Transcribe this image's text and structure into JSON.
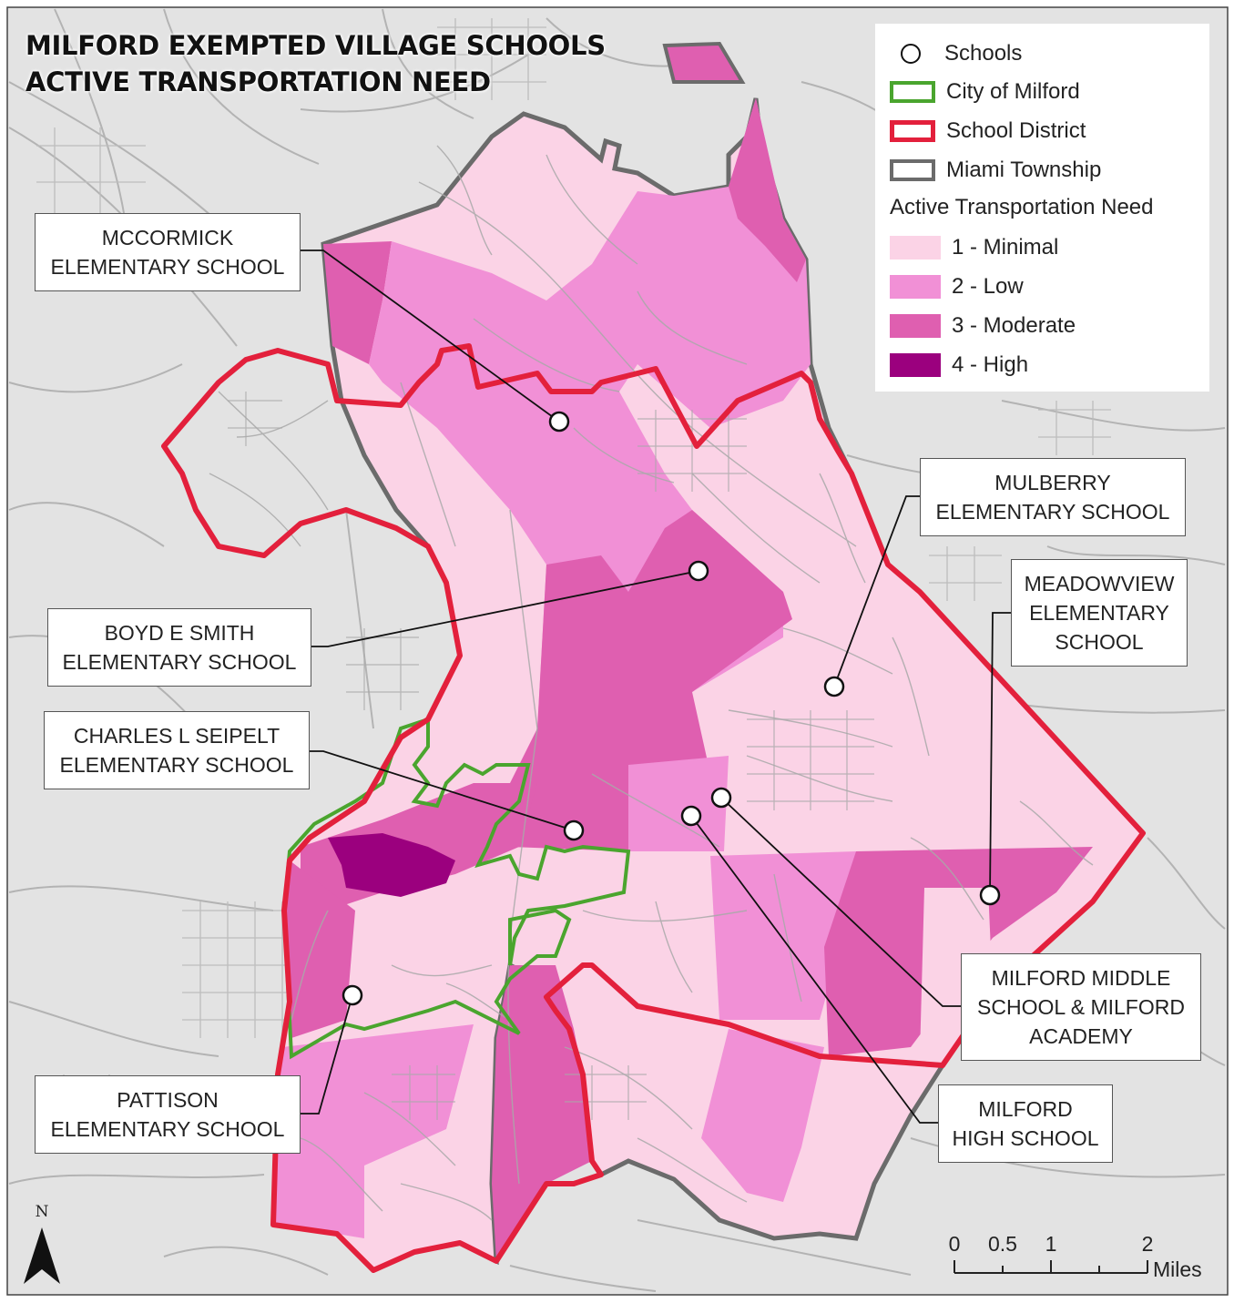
{
  "title_lines": [
    "MILFORD EXEMPTED VILLAGE SCHOOLS",
    "ACTIVE TRANSPORTATION NEED"
  ],
  "legend": {
    "schools": "Schools",
    "city": "City of Milford",
    "district": "School District",
    "township": "Miami Township",
    "need_title": "Active Transportation Need",
    "levels": [
      {
        "label": "1 - Minimal",
        "color": "#fbd3e6"
      },
      {
        "label": "2 - Low",
        "color": "#f190d6"
      },
      {
        "label": "3 - Moderate",
        "color": "#df5fb0"
      },
      {
        "label": "4 - High",
        "color": "#9b007e"
      }
    ]
  },
  "colors": {
    "city": "#4aa52e",
    "district": "#e3203c",
    "township": "#6b6b6b",
    "background": "#e3e3e3",
    "roads": "#a9a9a9"
  },
  "schools": [
    {
      "key": "mccormick",
      "lines": [
        "MCCORMICK",
        "ELEMENTARY SCHOOL"
      ]
    },
    {
      "key": "mulberry",
      "lines": [
        "MULBERRY",
        "ELEMENTARY SCHOOL"
      ]
    },
    {
      "key": "boyd",
      "lines": [
        "BOYD E SMITH",
        "ELEMENTARY SCHOOL"
      ]
    },
    {
      "key": "meadowview",
      "lines": [
        "MEADOWVIEW",
        "ELEMENTARY",
        "SCHOOL"
      ]
    },
    {
      "key": "seipelt",
      "lines": [
        "CHARLES L SEIPELT",
        "ELEMENTARY SCHOOL"
      ]
    },
    {
      "key": "middle",
      "lines": [
        "MILFORD MIDDLE",
        "SCHOOL & MILFORD",
        "ACADEMY"
      ]
    },
    {
      "key": "pattison",
      "lines": [
        "PATTISON",
        "ELEMENTARY SCHOOL"
      ]
    },
    {
      "key": "high",
      "lines": [
        "MILFORD",
        "HIGH SCHOOL"
      ]
    }
  ],
  "north_label": "N",
  "scale": {
    "ticks": [
      "0",
      "0.5",
      "1",
      "2"
    ],
    "unit": "Miles"
  }
}
